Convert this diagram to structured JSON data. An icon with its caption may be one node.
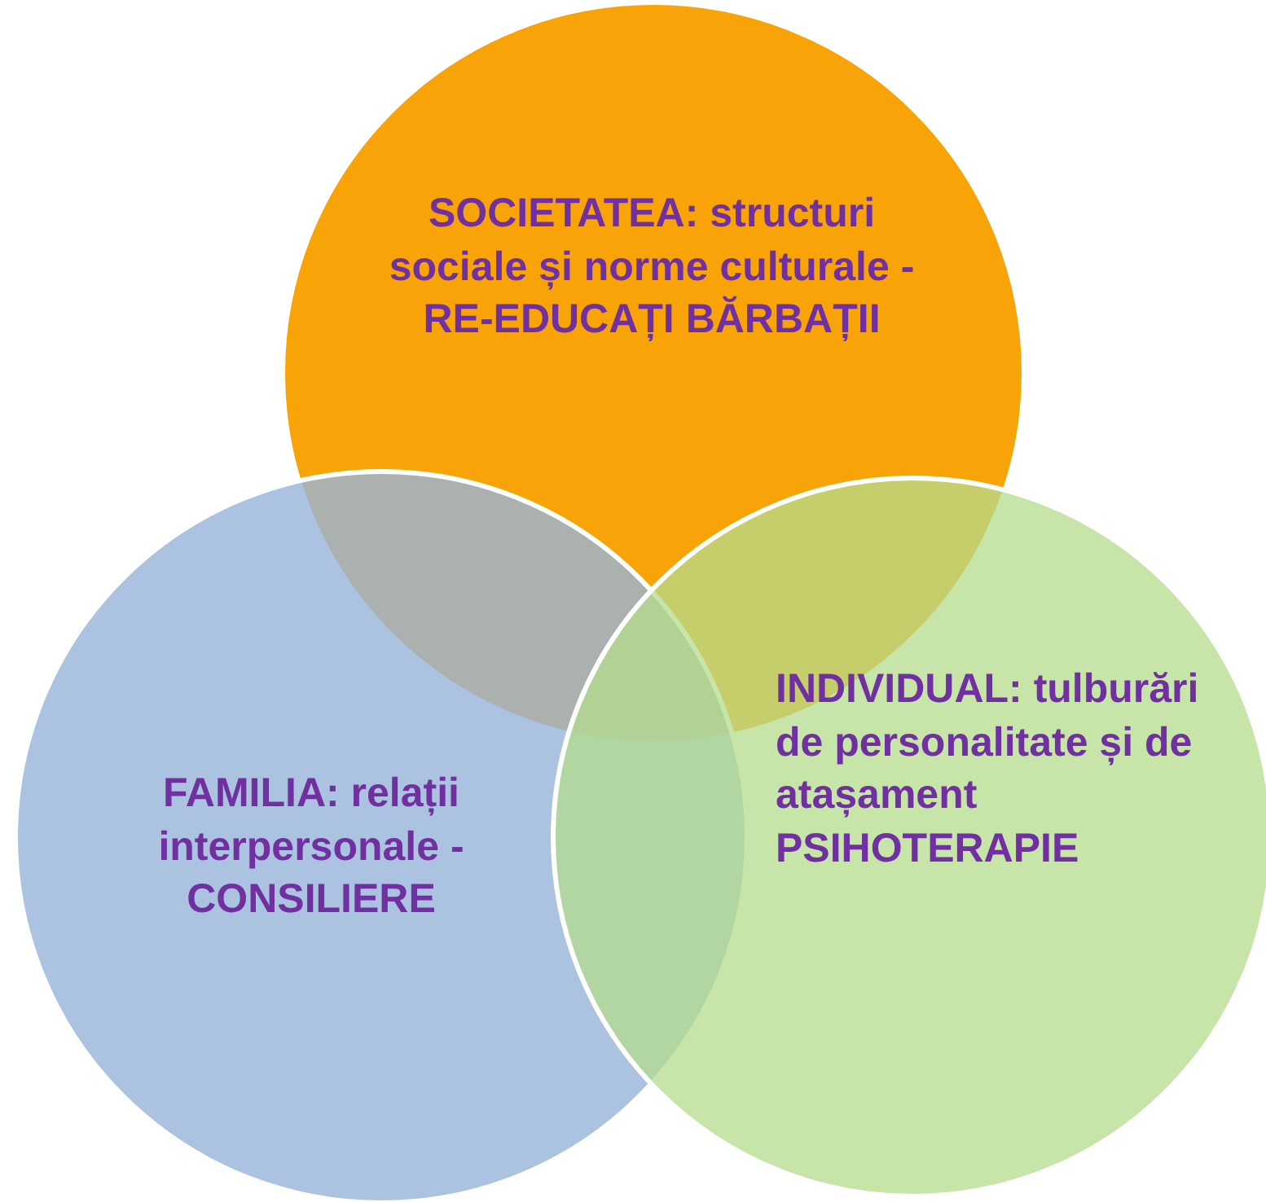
{
  "diagram": {
    "nodes": [
      {
        "text": [
          "SOCIETATEA: structuri sociale și norme culturale - RE-EDUCAȚI BĂRBAȚII"
        ]
      },
      {
        "text": [
          "FAMILIA: relații interpersonale - CONSILIERE"
        ]
      },
      {
        "text": [
          "INDIVIDUAL: tulburări de personalitate și de atașament PSIHOTERAPIE"
        ]
      }
    ]
  }
}
